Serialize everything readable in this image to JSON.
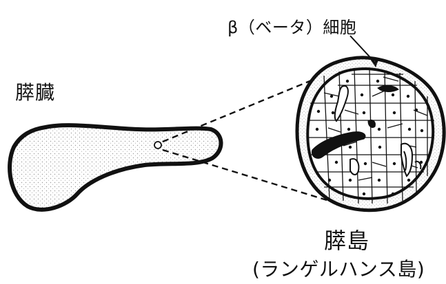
{
  "labels": {
    "beta_cell": "β（ベータ）細胞",
    "pancreas": "膵臓",
    "islet": "膵島",
    "langerhans": "(ランゲルハンス島)"
  },
  "colors": {
    "ink": "#111111",
    "stipple": "#9a9a9a",
    "background": "#ffffff"
  }
}
